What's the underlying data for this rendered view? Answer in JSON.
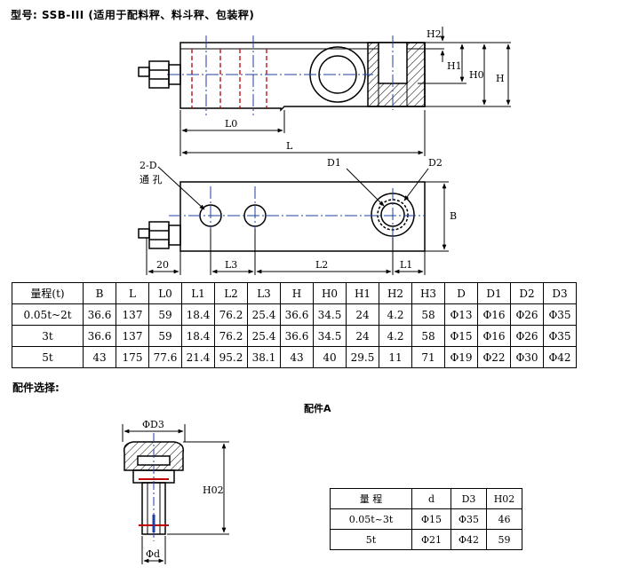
{
  "header": {
    "title": "型号: SSB-III (适用于配料秤、料斗秤、包装秤)"
  },
  "drawing": {
    "side_labels": {
      "h2": "H2",
      "h1": "H1",
      "h0": "H0",
      "h": "H",
      "l0": "L0",
      "l": "L"
    },
    "top_labels": {
      "hole_note_line1": "2-D",
      "hole_note_line2": "通 孔",
      "d1": "D1",
      "d2": "D2",
      "b": "B",
      "dim_20": "20",
      "l3": "L3",
      "l2": "L2",
      "l1": "L1"
    }
  },
  "spec_table": {
    "headers": [
      "量程(t)",
      "B",
      "L",
      "L0",
      "L1",
      "L2",
      "L3",
      "H",
      "H0",
      "H1",
      "H2",
      "H3",
      "D",
      "D1",
      "D2",
      "D3"
    ],
    "rows": [
      [
        "0.05t~2t",
        "36.6",
        "137",
        "59",
        "18.4",
        "76.2",
        "25.4",
        "36.6",
        "34.5",
        "24",
        "4.2",
        "58",
        "Φ13",
        "Φ16",
        "Φ26",
        "Φ35"
      ],
      [
        "3t",
        "36.6",
        "137",
        "59",
        "18.4",
        "76.2",
        "25.4",
        "36.6",
        "34.5",
        "24",
        "4.2",
        "58",
        "Φ15",
        "Φ16",
        "Φ26",
        "Φ35"
      ],
      [
        "5t",
        "43",
        "175",
        "77.6",
        "21.4",
        "95.2",
        "38.1",
        "43",
        "40",
        "29.5",
        "11",
        "71",
        "Φ19",
        "Φ22",
        "Φ30",
        "Φ42"
      ]
    ]
  },
  "accessories": {
    "section_label": "配件选择:",
    "part_title": "配件A",
    "labels": {
      "d3": "ΦD3",
      "h02": "H02",
      "d": "Φd"
    },
    "table": {
      "headers": [
        "量 程",
        "d",
        "D3",
        "H02"
      ],
      "rows": [
        [
          "0.05t~3t",
          "Φ15",
          "Φ35",
          "46"
        ],
        [
          "5t",
          "Φ21",
          "Φ42",
          "59"
        ]
      ]
    }
  }
}
